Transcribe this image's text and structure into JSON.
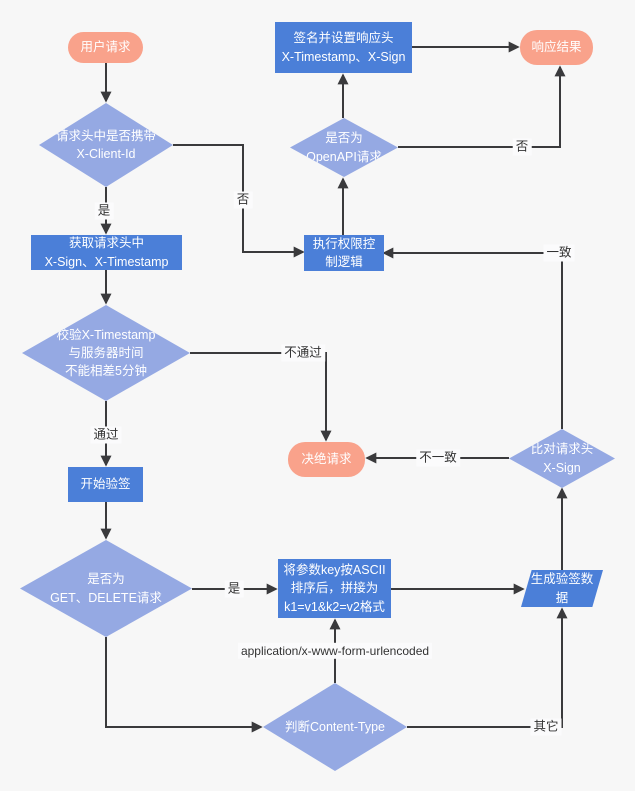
{
  "diagram": {
    "background": "#f7f7f7",
    "colors": {
      "process_fill": "#4b7fd8",
      "decision_fill": "#95a9e3",
      "terminal_fill": "#f9a28b",
      "shape_text": "#ffffff",
      "connector": "#3a3a3c",
      "edge_label_text": "#333333",
      "edge_label_bg": "#fbfbfc"
    },
    "nodes": {
      "user_request": {
        "type": "terminal",
        "label": "用户请求"
      },
      "sign_response": {
        "type": "process",
        "label": "签名并设置响应头\nX-Timestamp、X-Sign"
      },
      "response_result": {
        "type": "terminal",
        "label": "响应结果"
      },
      "check_client_id": {
        "type": "decision",
        "label": "请求头中是否携带\nX-Client-Id"
      },
      "is_openapi": {
        "type": "decision",
        "label": "是否为\nOpenAPI请求"
      },
      "get_headers": {
        "type": "process",
        "label": "获取请求头中\nX-Sign、X-Timestamp"
      },
      "exec_permission": {
        "type": "process",
        "label": "执行权限控\n制逻辑"
      },
      "check_timestamp": {
        "type": "decision",
        "label": "校验X-Timestamp\n与服务器时间\n不能相差5分钟"
      },
      "reject_request": {
        "type": "terminal",
        "label": "决绝请求"
      },
      "compare_sign": {
        "type": "decision",
        "label": "比对请求头\nX-Sign"
      },
      "start_verify": {
        "type": "process",
        "label": "开始验签"
      },
      "is_get_delete": {
        "type": "decision",
        "label": "是否为\nGET、DELETE请求"
      },
      "sort_params": {
        "type": "process",
        "label": "将参数key按ASCII\n排序后，拼接为\nk1=v1&k2=v2格式"
      },
      "gen_verify_data": {
        "type": "data",
        "label": "生成验签数\n据"
      },
      "check_content_type": {
        "type": "decision",
        "label": "判断Content-Type"
      }
    },
    "edge_labels": {
      "client_id_yes": "是",
      "client_id_no": "否",
      "openapi_no": "否",
      "timestamp_pass": "通过",
      "timestamp_fail": "不通过",
      "sign_match": "一致",
      "sign_mismatch": "不一致",
      "get_delete_yes": "是",
      "content_type_form": "application/x-www-form-urlencoded",
      "content_type_other": "其它"
    }
  }
}
